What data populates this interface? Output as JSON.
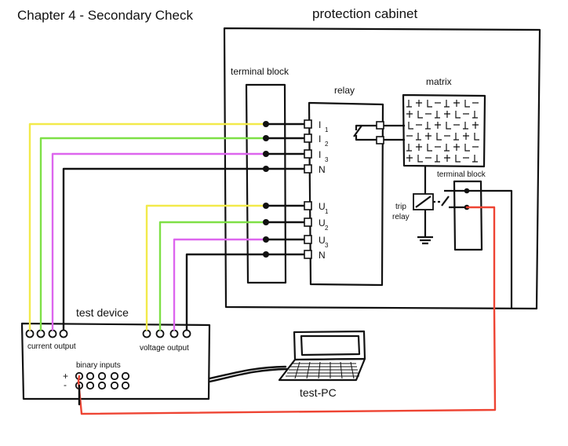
{
  "title": "Chapter 4 - Secondary Check",
  "labels": {
    "cabinet": "protection cabinet",
    "terminal_block": "terminal block",
    "relay": "relay",
    "matrix": "matrix",
    "terminal_block_small": "terminal block",
    "trip_relay_line1": "trip",
    "trip_relay_line2": "relay",
    "test_device": "test device",
    "current_output": "current output",
    "voltage_output": "voltage output",
    "binary_inputs": "binary inputs",
    "plus": "+",
    "minus": "-",
    "test_pc": "test-PC"
  },
  "relay_inputs": [
    {
      "main": "I",
      "sub": "1"
    },
    {
      "main": "I",
      "sub": "2"
    },
    {
      "main": "I",
      "sub": "3"
    },
    {
      "main": "N",
      "sub": ""
    },
    {
      "main": "U",
      "sub": "1"
    },
    {
      "main": "U",
      "sub": "2"
    },
    {
      "main": "U",
      "sub": "3"
    },
    {
      "main": "N",
      "sub": ""
    }
  ],
  "colors": {
    "line": "#111111",
    "phase1": "#f2ea4a",
    "phase2": "#7ee046",
    "phase3": "#dd66ee",
    "neutral": "#111111",
    "trip_wire": "#ee4433"
  }
}
